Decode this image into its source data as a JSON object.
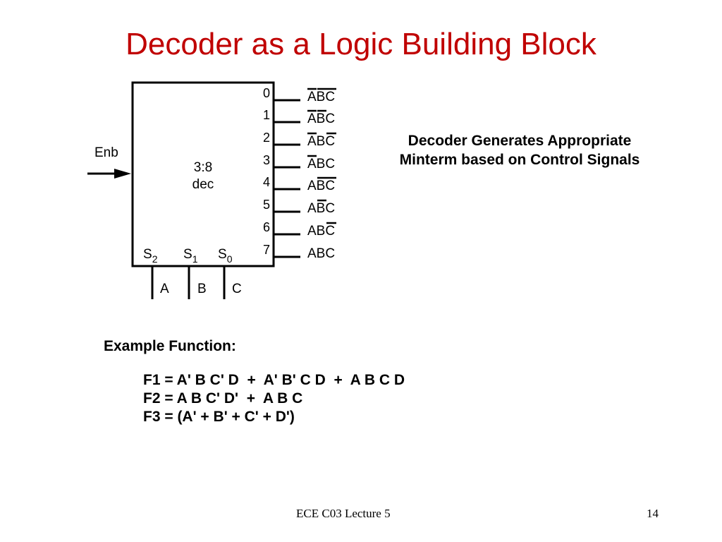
{
  "slide": {
    "title": "Decoder as a Logic Building Block"
  },
  "decoder": {
    "label_line1": "3:8",
    "label_line2": "dec",
    "enable_label": "Enb",
    "select_labels": [
      {
        "base": "S",
        "sub": "2"
      },
      {
        "base": "S",
        "sub": "1"
      },
      {
        "base": "S",
        "sub": "0"
      }
    ],
    "input_labels": [
      "A",
      "B",
      "C"
    ],
    "outputs": [
      {
        "index": "0",
        "minterm": "ABC",
        "overbars": [
          true,
          true,
          true
        ]
      },
      {
        "index": "1",
        "minterm": "ABC",
        "overbars": [
          true,
          true,
          false
        ]
      },
      {
        "index": "2",
        "minterm": "ABC",
        "overbars": [
          true,
          false,
          true
        ]
      },
      {
        "index": "3",
        "minterm": "ABC",
        "overbars": [
          true,
          false,
          false
        ]
      },
      {
        "index": "4",
        "minterm": "ABC",
        "overbars": [
          false,
          true,
          true
        ]
      },
      {
        "index": "5",
        "minterm": "ABC",
        "overbars": [
          false,
          true,
          false
        ]
      },
      {
        "index": "6",
        "minterm": "ABC",
        "overbars": [
          false,
          false,
          true
        ]
      },
      {
        "index": "7",
        "minterm": "ABC",
        "overbars": [
          false,
          false,
          false
        ]
      }
    ]
  },
  "note": {
    "line1": "Decoder Generates Appropriate",
    "line2": "Minterm based on Control Signals"
  },
  "example": {
    "label": "Example Function:",
    "equations": [
      "F1 = A' B C' D  +  A' B' C D  +  A B C D",
      "F2 = A B C' D'  +  A B C",
      "F3 = (A' + B' + C' + D')"
    ]
  },
  "footer": {
    "course": "ECE C03 Lecture 5",
    "page": "14"
  }
}
